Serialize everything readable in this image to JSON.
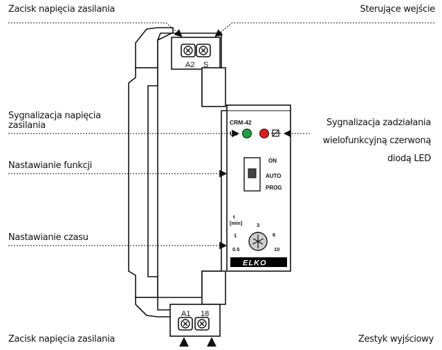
{
  "labels": {
    "top_left": "Zacisk napięcia zasilania",
    "top_right": "Sterujące wejście",
    "signal_line1": "Sygnalizacja napięcia",
    "signal_line2": "zasilania",
    "function_setting": "Nastawianie funkcji",
    "time_setting": "Nastawianie czasu",
    "led_line1": "Sygnalizacja zadziałania",
    "led_line2": "wielofunkcyjną czerwoną",
    "led_line3": "diodą LED",
    "bottom_left": "Zacisk napięcia zasilania",
    "bottom_right": "Zestyk wyjściowy"
  },
  "device": {
    "model": "CRM-42",
    "un": "Un",
    "top_terminals": [
      "A2",
      "S"
    ],
    "bottom_terminals": [
      "A1",
      "18"
    ],
    "modes": [
      "ON",
      "AUTO",
      "PROG"
    ],
    "time_label": "t",
    "time_unit": "[min]",
    "dial_values": [
      "0.5",
      "1",
      "3",
      "6",
      "10"
    ],
    "brand": "ELKO"
  },
  "colors": {
    "led_green": "#1aa33c",
    "led_red": "#e21b1b",
    "line": "#1a1a1a",
    "brand_bg": "#000000"
  }
}
